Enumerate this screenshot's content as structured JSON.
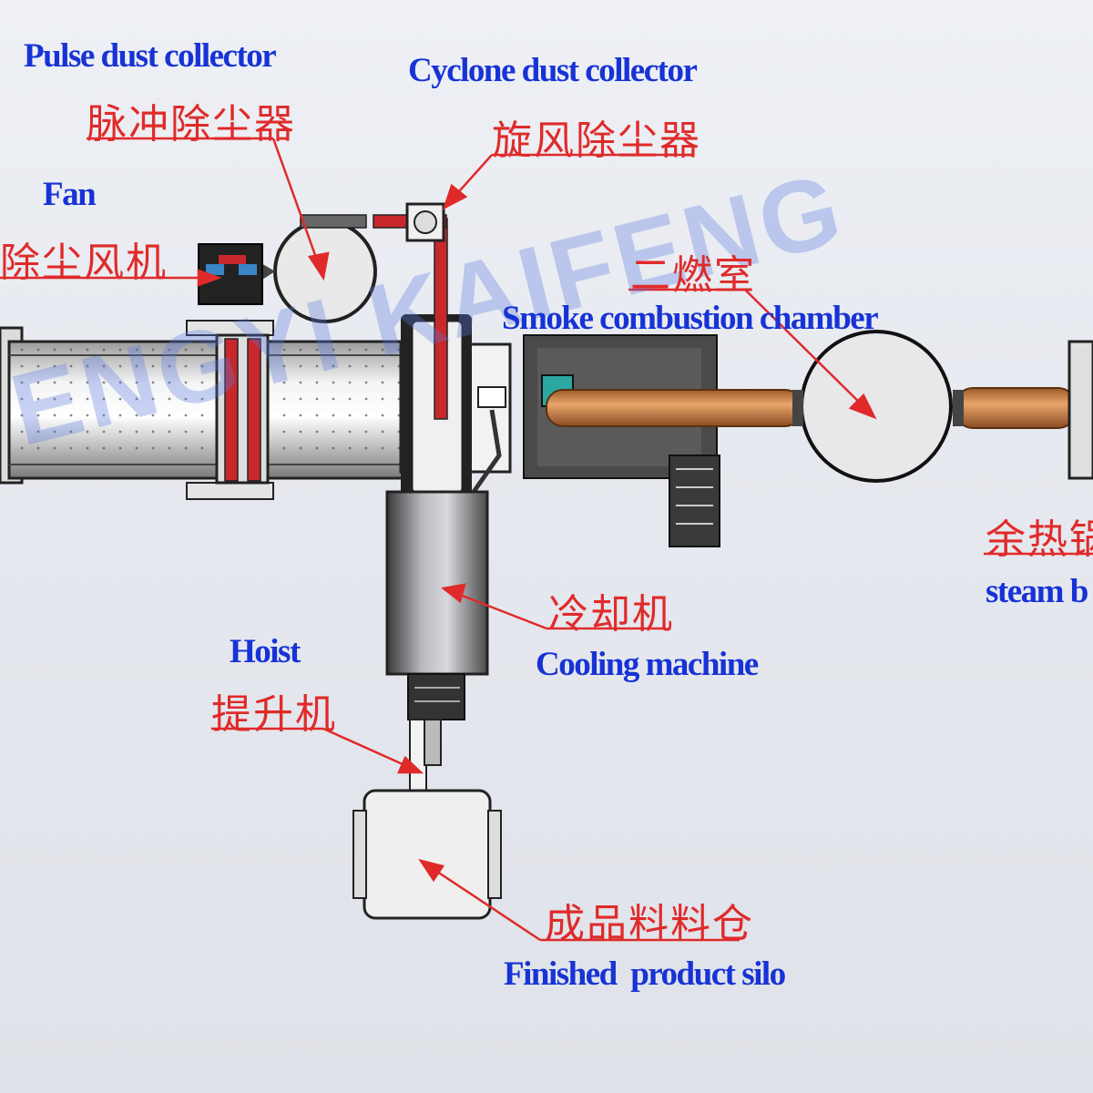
{
  "labels": {
    "pulse_collector_en": "Pulse dust collector",
    "pulse_collector_cn": "脉冲除尘器",
    "cyclone_collector_en": "Cyclone dust collector",
    "cyclone_collector_cn": "旋风除尘器",
    "fan_en": "Fan",
    "fan_cn": "除尘风机",
    "combustion_cn": "二燃室",
    "combustion_en": "Smoke combustion chamber",
    "boiler_cn": "余热锅",
    "boiler_en": "steam b",
    "cooling_cn": "冷却机",
    "cooling_en": "Cooling machine",
    "hoist_en": "Hoist",
    "hoist_cn": "提升机",
    "silo_cn": "成品料料仓",
    "silo_en": "Finished  product silo"
  },
  "watermark": "ENGYI KAIFENG",
  "colors": {
    "label_en": "#1733d6",
    "label_cn": "#e02a2a",
    "pointer": "#e02a2a",
    "duct": "#c97a3c",
    "equipment": "#e8e8ea",
    "outline": "#222222"
  }
}
